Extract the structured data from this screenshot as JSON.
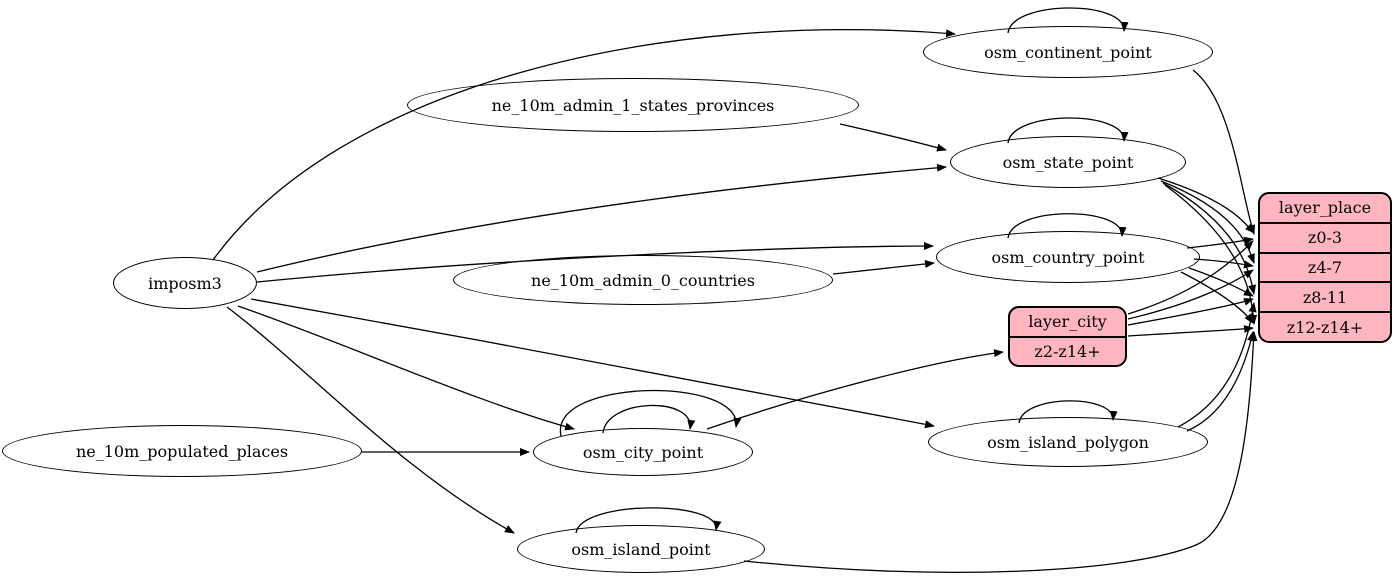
{
  "diagram": {
    "background": "#ffffff",
    "colors": {
      "record_fill": "#ffb6c1",
      "node_fill": "#ffffff",
      "stroke": "#000000"
    },
    "nodes": {
      "imposm3": {
        "label": "imposm3",
        "shape": "ellipse"
      },
      "ne_10m_admin_1_states_provinces": {
        "label": "ne_10m_admin_1_states_provinces",
        "shape": "ellipse"
      },
      "ne_10m_admin_0_countries": {
        "label": "ne_10m_admin_0_countries",
        "shape": "ellipse"
      },
      "ne_10m_populated_places": {
        "label": "ne_10m_populated_places",
        "shape": "ellipse"
      },
      "osm_continent_point": {
        "label": "osm_continent_point",
        "shape": "ellipse"
      },
      "osm_state_point": {
        "label": "osm_state_point",
        "shape": "ellipse"
      },
      "osm_country_point": {
        "label": "osm_country_point",
        "shape": "ellipse"
      },
      "osm_city_point": {
        "label": "osm_city_point",
        "shape": "ellipse"
      },
      "osm_island_polygon": {
        "label": "osm_island_polygon",
        "shape": "ellipse"
      },
      "osm_island_point": {
        "label": "osm_island_point",
        "shape": "ellipse"
      },
      "layer_city": {
        "title": "layer_city",
        "shape": "record",
        "rows": {
          "z2_14": "z2-z14+"
        }
      },
      "layer_place": {
        "title": "layer_place",
        "shape": "record",
        "rows": {
          "z0_3": "z0-3",
          "z4_7": "z4-7",
          "z8_11": "z8-11",
          "z12_14": "z12-z14+"
        }
      }
    },
    "edges": [
      {
        "from": "imposm3",
        "to": "osm_continent_point"
      },
      {
        "from": "imposm3",
        "to": "osm_state_point"
      },
      {
        "from": "imposm3",
        "to": "osm_country_point"
      },
      {
        "from": "imposm3",
        "to": "osm_city_point"
      },
      {
        "from": "imposm3",
        "to": "osm_island_polygon"
      },
      {
        "from": "imposm3",
        "to": "osm_island_point"
      },
      {
        "from": "ne_10m_admin_1_states_provinces",
        "to": "osm_state_point"
      },
      {
        "from": "ne_10m_admin_0_countries",
        "to": "osm_country_point"
      },
      {
        "from": "ne_10m_populated_places",
        "to": "osm_city_point"
      },
      {
        "from": "osm_continent_point",
        "to": "osm_continent_point",
        "self": true
      },
      {
        "from": "osm_state_point",
        "to": "osm_state_point",
        "self": true
      },
      {
        "from": "osm_country_point",
        "to": "osm_country_point",
        "self": true
      },
      {
        "from": "osm_city_point",
        "to": "osm_city_point",
        "self": true
      },
      {
        "from": "osm_city_point",
        "to": "osm_city_point",
        "self": true
      },
      {
        "from": "osm_island_polygon",
        "to": "osm_island_polygon",
        "self": true
      },
      {
        "from": "osm_island_point",
        "to": "osm_island_point",
        "self": true
      },
      {
        "from": "osm_continent_point",
        "to": "layer_place",
        "port": "z0_3"
      },
      {
        "from": "osm_state_point",
        "to": "layer_place",
        "port": "z0_3"
      },
      {
        "from": "osm_state_point",
        "to": "layer_place",
        "port": "z4_7"
      },
      {
        "from": "osm_state_point",
        "to": "layer_place",
        "port": "z8_11"
      },
      {
        "from": "osm_state_point",
        "to": "layer_place",
        "port": "z12_14"
      },
      {
        "from": "osm_country_point",
        "to": "layer_place",
        "port": "z0_3"
      },
      {
        "from": "osm_country_point",
        "to": "layer_place",
        "port": "z4_7"
      },
      {
        "from": "osm_country_point",
        "to": "layer_place",
        "port": "z8_11"
      },
      {
        "from": "osm_country_point",
        "to": "layer_place",
        "port": "z12_14"
      },
      {
        "from": "osm_city_point",
        "to": "layer_city",
        "port": "z2_14"
      },
      {
        "from": "layer_city",
        "to": "layer_place",
        "port": "z0_3"
      },
      {
        "from": "layer_city",
        "to": "layer_place",
        "port": "z4_7"
      },
      {
        "from": "layer_city",
        "to": "layer_place",
        "port": "z8_11"
      },
      {
        "from": "layer_city",
        "to": "layer_place",
        "port": "z12_14"
      },
      {
        "from": "osm_island_polygon",
        "to": "layer_place",
        "port": "z8_11"
      },
      {
        "from": "osm_island_polygon",
        "to": "layer_place",
        "port": "z12_14"
      },
      {
        "from": "osm_island_point",
        "to": "layer_place",
        "port": "z12_14"
      }
    ]
  }
}
